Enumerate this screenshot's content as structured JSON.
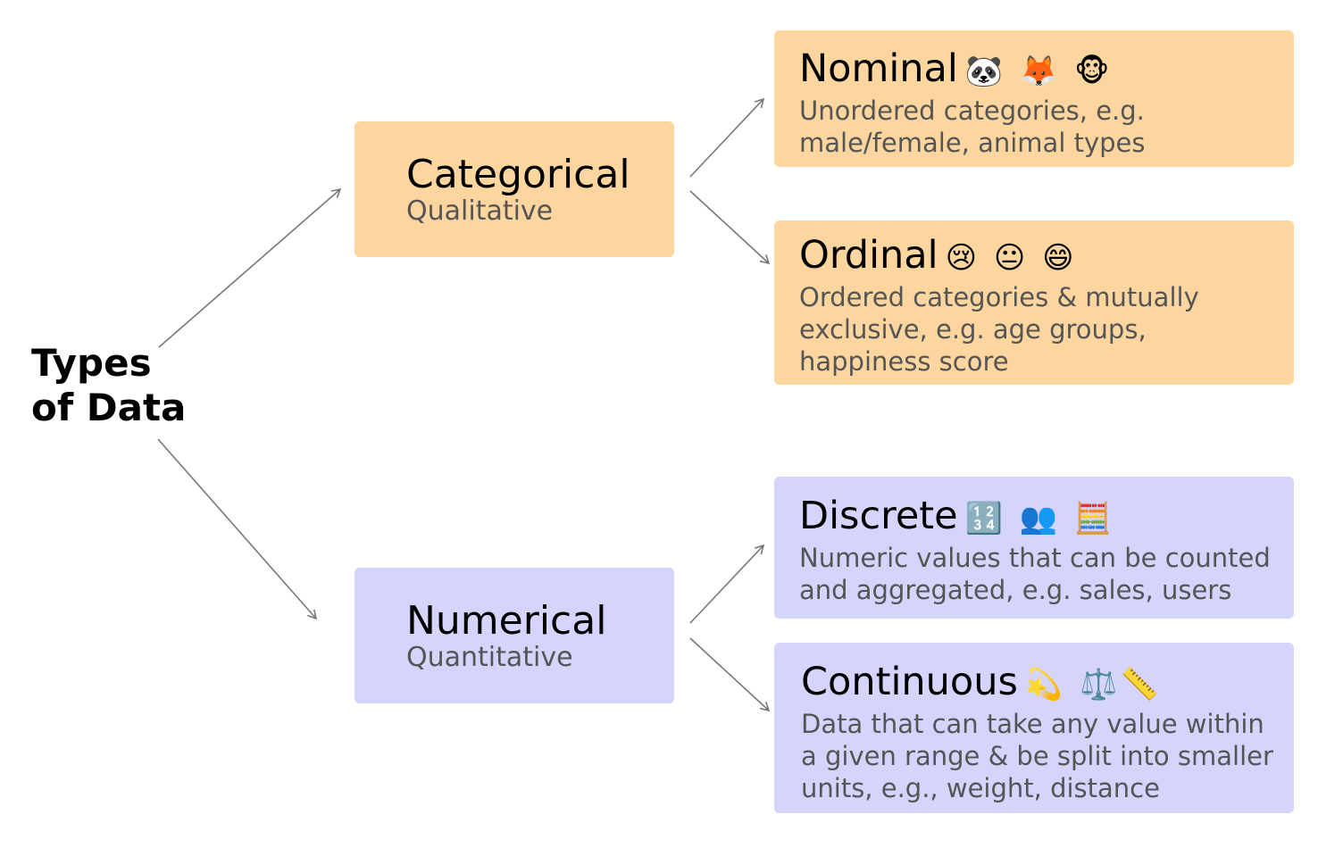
{
  "colors": {
    "categorical": "#fcd69e",
    "numerical": "#d4d4fd",
    "arrow": "#777777"
  },
  "root": {
    "line1": "Types",
    "line2": "of Data"
  },
  "categorical": {
    "title": "Categorical",
    "subtitle": "Qualitative"
  },
  "numerical": {
    "title": "Numerical",
    "subtitle": "Quantitative"
  },
  "nominal": {
    "title": "Nominal",
    "icons": "🐼 🦊 🐵",
    "icon_names": [
      "panda-icon",
      "fox-icon",
      "monkey-icon"
    ],
    "desc1": "Unordered categories, e.g.",
    "desc2": "male/female, animal types"
  },
  "ordinal": {
    "title": "Ordinal",
    "icons": "😢 😐 😄",
    "icon_names": [
      "crying-face-icon",
      "neutral-face-icon",
      "grinning-face-icon"
    ],
    "desc1": "Ordered categories & mutually",
    "desc2": "exclusive, e.g. age groups,",
    "desc3": "happiness score"
  },
  "discrete": {
    "title": "Discrete",
    "icons": "🔢 👥 🧮",
    "icon_names": [
      "numbers-icon",
      "users-icon",
      "abacus-icon"
    ],
    "desc1": "Numeric values that can be counted",
    "desc2": "and aggregated, e.g. sales, users"
  },
  "continuous": {
    "title": "Continuous",
    "icons": "💫 ⚖️📏",
    "icon_names": [
      "dizzy-icon",
      "scale-icon",
      "ruler-icon"
    ],
    "desc1": "Data that can take any value within",
    "desc2": "a given range & be split into smaller",
    "desc3": "units, e.g., weight, distance"
  }
}
